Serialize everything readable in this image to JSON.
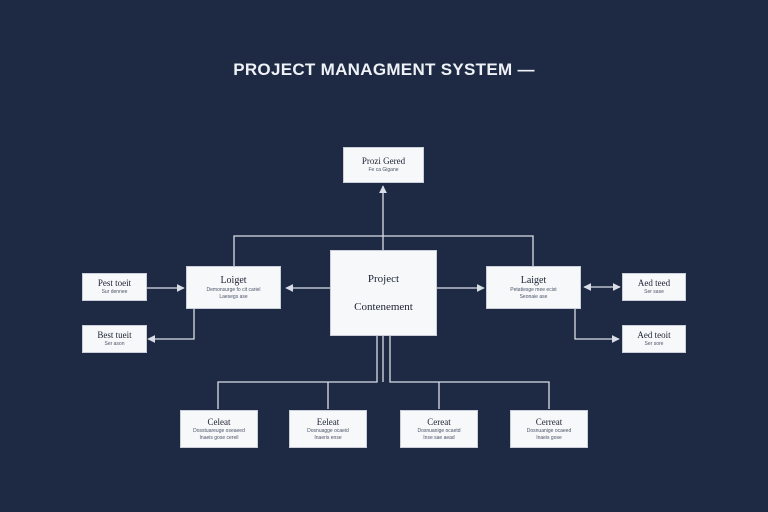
{
  "title": "PROJECT MANAGMENT SYSTEM  —",
  "nodes": {
    "top": {
      "title": "Prozi Gered",
      "desc": "Fe ca Gigane"
    },
    "center": {
      "title1": "Project",
      "title2": "Contenement"
    },
    "left": {
      "title": "Loiget",
      "desc1": "Demonsurge fo cit cariel",
      "desc2": "Laesegs ase"
    },
    "right": {
      "title": "Laiget",
      "desc1": "Petatiesge mee ecist",
      "desc2": "Seonaie ase"
    },
    "far_left_1": {
      "title": "Pest toeit",
      "desc": "Sur dennee"
    },
    "far_left_2": {
      "title": "Best tueit",
      "desc": "Ser ason"
    },
    "far_right_1": {
      "title": "Aed teed",
      "desc": "Ser sase"
    },
    "far_right_2": {
      "title": "Aed teoit",
      "desc": "Ser sore"
    },
    "bottom_1": {
      "title": "Celeat",
      "desc1": "Dosstuareuge oseaeed",
      "desc2": "Inaeis gose cereil"
    },
    "bottom_2": {
      "title": "Eeleat",
      "desc1": "Dosnuagge ocaeid",
      "desc2": "Inaeris ense"
    },
    "bottom_3": {
      "title": "Cereat",
      "desc1": "Dosnuanige ocaetd",
      "desc2": "Inse sae aead"
    },
    "bottom_4": {
      "title": "Cerreat",
      "desc1": "Dosnuanige ocaeed",
      "desc2": "Inaeis gose"
    }
  },
  "colors": {
    "background": "#1e2a44",
    "box": "#f7f8fa",
    "line": "#d9dde5",
    "title_text": "#eef1f6"
  }
}
